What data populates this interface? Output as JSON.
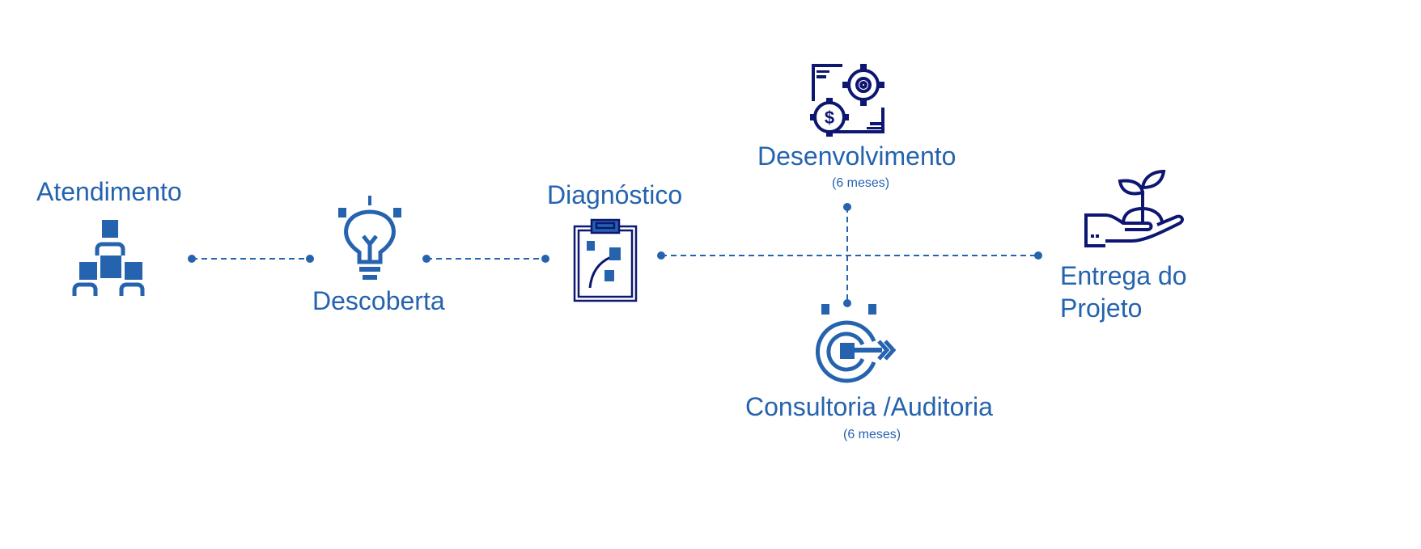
{
  "steps": {
    "atendimento": {
      "label": "Atendimento",
      "icon": "hierarchy-icon"
    },
    "descoberta": {
      "label": "Descoberta",
      "icon": "lightbulb-icon"
    },
    "diagnostico": {
      "label": "Diagnóstico",
      "icon": "clipboard-icon"
    },
    "desenvolvimento": {
      "label": "Desenvolvimento",
      "duration": "(6 meses)",
      "icon": "gears-icon"
    },
    "consultoria": {
      "label": "Consultoria /Auditoria",
      "duration": "(6 meses)",
      "icon": "target-icon"
    },
    "entrega": {
      "label_line1": "Entrega do",
      "label_line2": "Projeto",
      "icon": "plant-hand-icon"
    }
  },
  "colors": {
    "primary": "#2563ae",
    "dark": "#0d1670"
  }
}
